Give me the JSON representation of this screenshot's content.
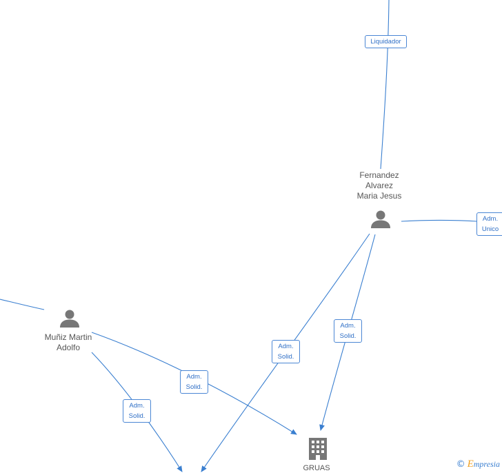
{
  "nodes": {
    "fernandez": {
      "name_lines": [
        "Fernandez",
        "Alvarez",
        "Maria Jesus"
      ],
      "icon": "person-icon"
    },
    "muniz": {
      "name_lines": [
        "Muñiz Martin",
        "Adolfo"
      ],
      "icon": "person-icon"
    },
    "gruas": {
      "name": "GRUAS",
      "icon": "building-icon"
    }
  },
  "edges": {
    "liquidador": "Liquidador",
    "adm_unico": [
      "Adm.",
      "Unico"
    ],
    "fernandez_mid": [
      "Adm.",
      "Solid."
    ],
    "fernandez_gruas": [
      "Adm.",
      "Solid."
    ],
    "muniz_gruas": [
      "Adm.",
      "Solid."
    ],
    "muniz_bottom": [
      "Adm.",
      "Solid."
    ]
  },
  "watermark": {
    "copyright": "©",
    "brand_initial": "E",
    "brand_rest": "mpresia"
  },
  "colors": {
    "edge": "#3a7fd0",
    "node_icon": "#777777",
    "label_text": "#555555"
  }
}
